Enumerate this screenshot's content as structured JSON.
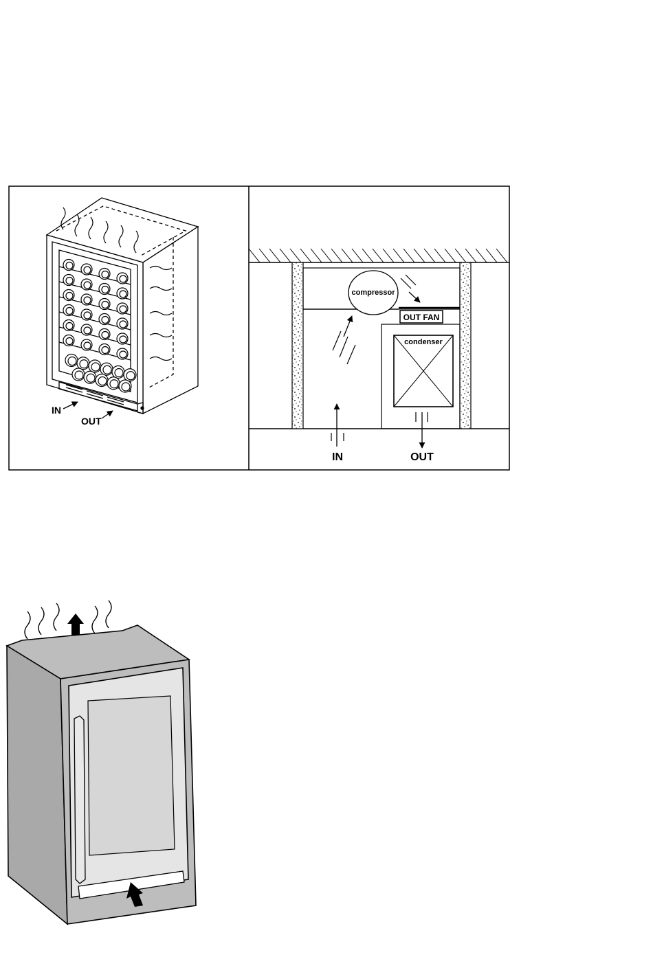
{
  "figure_top": {
    "left_panel": {
      "in_label": "IN",
      "out_label": "OUT"
    },
    "right_panel": {
      "compressor_label": "compressor",
      "out_fan_label": "OUT FAN",
      "condenser_label": "condenser",
      "in_label": "IN",
      "out_label": "OUT"
    }
  },
  "figure_bottom": {
    "icons": [
      "heat-wave-icon",
      "up-arrow-icon",
      "vent-arrow-icon"
    ]
  }
}
